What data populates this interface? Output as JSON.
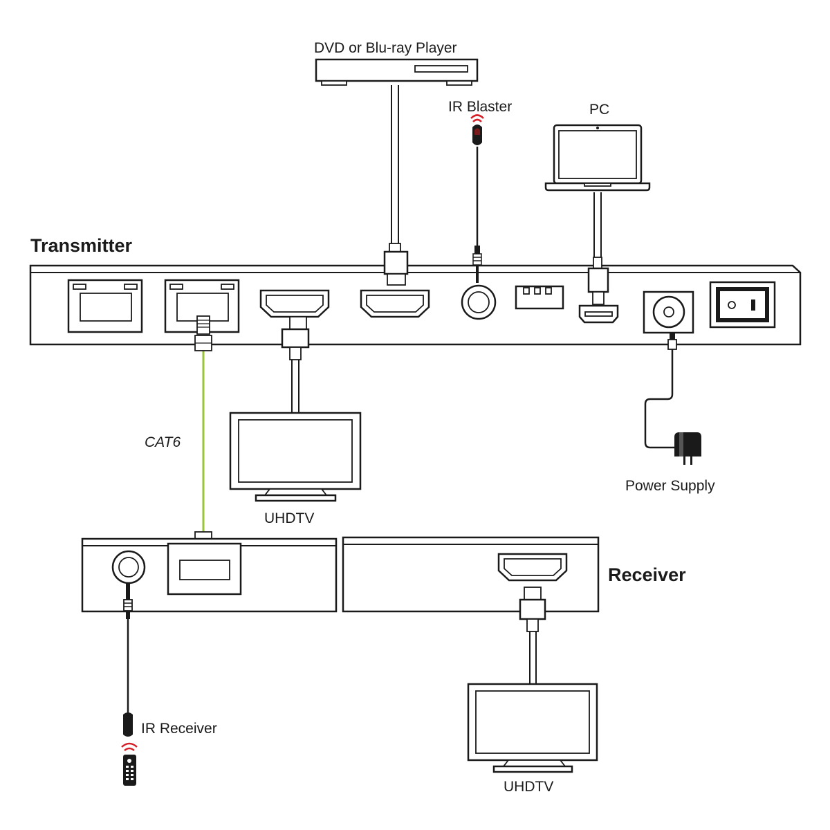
{
  "headings": {
    "transmitter": "Transmitter",
    "receiver": "Receiver"
  },
  "devices": {
    "dvd_player": "DVD or Blu-ray Player",
    "ir_blaster": "IR Blaster",
    "pc": "PC",
    "uhdtv_tx": "UHDTV",
    "power_supply": "Power Supply",
    "uhdtv_rx": "UHDTV",
    "ir_receiver": "IR Receiver"
  },
  "cable_label": "CAT6",
  "colors": {
    "line": "#1a1a1a",
    "cat6_cable": "#9bc33c",
    "ir_signal": "#d42027",
    "background": "#ffffff"
  },
  "icons": [
    "ethernet-port-icon",
    "hdmi-port-icon",
    "ir-jack-icon",
    "usb-port-icon",
    "micro-usb-port-icon",
    "dc-power-jack-icon",
    "power-switch-icon",
    "ir-signal-icon",
    "remote-control-icon",
    "power-adapter-icon",
    "laptop-icon",
    "tv-icon",
    "disc-player-icon"
  ]
}
